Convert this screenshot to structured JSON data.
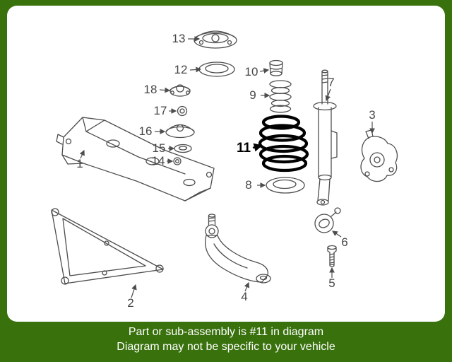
{
  "banner": {
    "line1": "Part or sub-assembly is #11 in diagram",
    "line2": "Diagram may not be specific to your vehicle"
  },
  "diagram": {
    "highlighted_part": "11",
    "labels": [
      {
        "text": "1"
      },
      {
        "text": "2"
      },
      {
        "text": "3"
      },
      {
        "text": "4"
      },
      {
        "text": "5"
      },
      {
        "text": "6"
      },
      {
        "text": "7"
      },
      {
        "text": "8"
      },
      {
        "text": "9"
      },
      {
        "text": "10"
      },
      {
        "text": "11"
      },
      {
        "text": "12"
      },
      {
        "text": "13"
      },
      {
        "text": "14"
      },
      {
        "text": "15"
      },
      {
        "text": "16"
      },
      {
        "text": "17"
      },
      {
        "text": "18"
      }
    ]
  },
  "colors": {
    "background": "#39710d",
    "card": "#ffffff",
    "line": "#4d4d4d",
    "highlight": "#000000",
    "banner_text": "#ffffff"
  }
}
